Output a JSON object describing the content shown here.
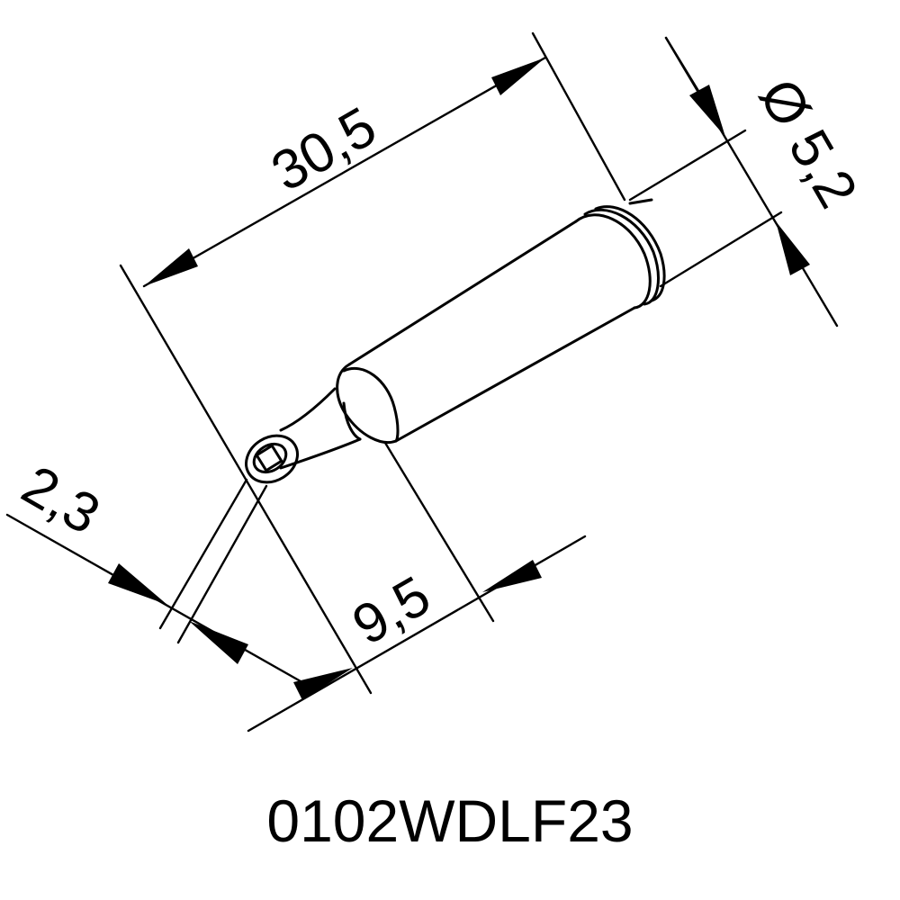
{
  "dimensions": {
    "length_total": "30,5",
    "diameter": "Ø 5,2",
    "tip_width": "2,3",
    "tip_length": "9,5"
  },
  "part_number": "0102WDLF23",
  "colors": {
    "line": "#000000",
    "background": "#ffffff"
  }
}
